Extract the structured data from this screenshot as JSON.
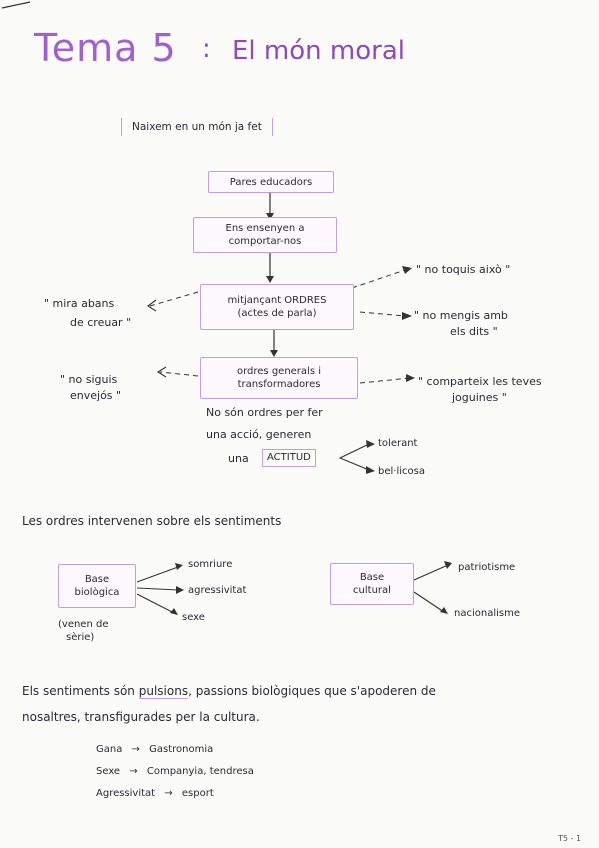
{
  "title": {
    "number": "Tema 5",
    "separator": ":",
    "subtitle": "El món moral"
  },
  "intro": "Naixem en un món ja fet",
  "flow": {
    "box1": "Pares educadors",
    "box2_line1": "Ens ensenyen a",
    "box2_line2": "comportar-nos",
    "box3_line1": "mitjançant ORDRES",
    "box3_line2": "(actes de parla)",
    "box4_line1": "ordres generals i",
    "box4_line2": "transformadores"
  },
  "examples": {
    "left1_line1": "\" mira abans",
    "left1_line2": "de creuar \"",
    "right1": "\" no toquis això \"",
    "right2_line1": "\" no mengis amb",
    "right2_line2": "els dits \"",
    "left2_line1": "\" no siguis",
    "left2_line2": "envejós \"",
    "right3_line1": "\" comparteix les teves",
    "right3_line2": "joguines \""
  },
  "actitud": {
    "line1": "No són ordres per fer",
    "line2": "una acció, generen",
    "una": "una",
    "box": "ACTITUD",
    "opt1": "tolerant",
    "opt2": "bel·licosa"
  },
  "section2": "Les ordres intervenen sobre els sentiments",
  "base_bio": {
    "line1": "Base",
    "line2": "biològica",
    "items": [
      "somriure",
      "agressivitat",
      "sexe"
    ],
    "note_line1": "(venen de",
    "note_line2": "sèrie)"
  },
  "base_cult": {
    "line1": "Base",
    "line2": "cultural",
    "items": [
      "patriotisme",
      "nacionalisme"
    ]
  },
  "sentiments": {
    "line1_a": "Els sentiments són",
    "line1_word": "pulsions",
    "line1_b": ", passions biològiques que s'apoderen de",
    "line2": "nosaltres, transfigurades per la cultura."
  },
  "transform": [
    {
      "from": "Gana",
      "arrow": "→",
      "to": "Gastronomia"
    },
    {
      "from": "Sexe",
      "arrow": "→",
      "to": "Companyia, tendresa"
    },
    {
      "from": "Agressivitat",
      "arrow": "→",
      "to": "esport"
    }
  ],
  "footer": "T5 - 1",
  "colors": {
    "accent": "#a25fd0",
    "box_border": "#c79ae3",
    "ink": "#2a2a35"
  }
}
